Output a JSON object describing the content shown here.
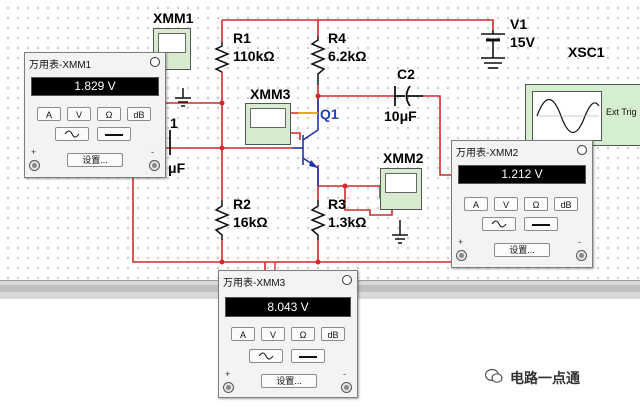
{
  "components": {
    "xmm1": {
      "ref": "XMM1"
    },
    "xmm2": {
      "ref": "XMM2"
    },
    "xmm3": {
      "ref": "XMM3"
    },
    "xsc1": {
      "ref": "XSC1",
      "ext_trig": "Ext Trig"
    },
    "v1": {
      "ref": "V1",
      "value": "15V"
    },
    "r1": {
      "ref": "R1",
      "value": "110kΩ"
    },
    "r2": {
      "ref": "R2",
      "value": "16kΩ"
    },
    "r3": {
      "ref": "R3",
      "value": "1.3kΩ"
    },
    "r4": {
      "ref": "R4",
      "value": "6.2kΩ"
    },
    "c1": {
      "ref": "1",
      "value": "μF"
    },
    "c2": {
      "ref": "C2",
      "value": "10μF"
    },
    "q1": {
      "ref": "Q1"
    }
  },
  "meters": {
    "xmm1": {
      "title": "万用表-XMM1",
      "reading": "1.829 V",
      "btn_a": "A",
      "btn_v": "V",
      "btn_ohm": "Ω",
      "btn_db": "dB",
      "settings": "设置...",
      "plus": "+",
      "minus": "-"
    },
    "xmm2": {
      "title": "万用表-XMM2",
      "reading": "1.212 V",
      "btn_a": "A",
      "btn_v": "V",
      "btn_ohm": "Ω",
      "btn_db": "dB",
      "settings": "设置...",
      "plus": "+",
      "minus": "-"
    },
    "xmm3": {
      "title": "万用表-XMM3",
      "reading": "8.043 V",
      "btn_a": "A",
      "btn_v": "V",
      "btn_ohm": "Ω",
      "btn_db": "dB",
      "settings": "设置...",
      "plus": "+",
      "minus": "-"
    }
  },
  "watermark": {
    "text": "电路一点通"
  },
  "colors": {
    "wire_red": "#d22a2a",
    "wire_blue": "#2233aa",
    "meter_green": "#d7ebd0",
    "display_bg": "#000000"
  }
}
